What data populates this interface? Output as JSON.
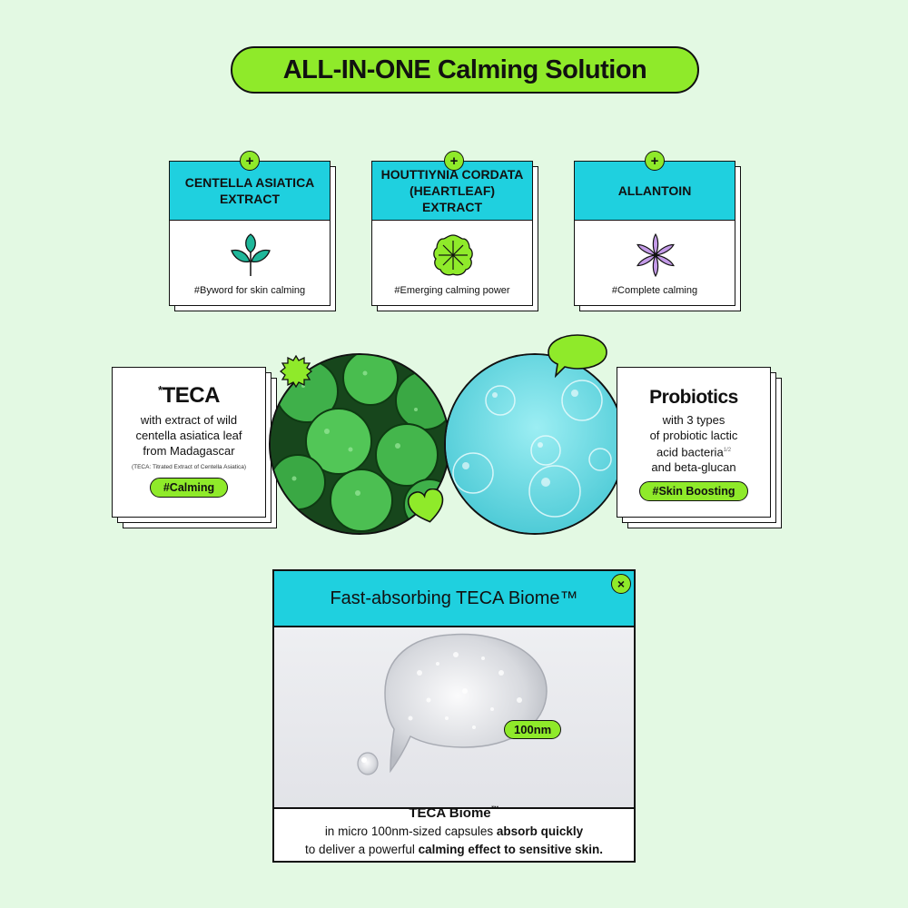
{
  "title": "ALL-IN-ONE Calming Solution",
  "colors": {
    "background": "#e3f9e3",
    "accent_green": "#8fea2a",
    "accent_cyan": "#1fd0df"
  },
  "ingredients": [
    {
      "name": "CENTELLA ASIATICA EXTRACT",
      "tag": "#Byword for skin calming",
      "icon": "leaf-icon"
    },
    {
      "name": "HOUTTIYNIA CORDATA (HEARTLEAF) EXTRACT",
      "tag": "#Emerging calming power",
      "icon": "heartleaf-icon"
    },
    {
      "name": "ALLANTOIN",
      "tag": "#Complete calming",
      "icon": "flower-icon"
    }
  ],
  "teca": {
    "asterisk": "*",
    "title": "TECA",
    "line1": "with extract of wild",
    "line2": "centella asiatica leaf",
    "line3": "from Madagascar",
    "note": "(TECA: Titrated Extract of Centella Asiatica)",
    "tag": "#Calming"
  },
  "probiotics": {
    "title": "Probiotics",
    "line1": "with 3 types",
    "line2": "of probiotic lactic",
    "line3": "acid bacteria",
    "superscript": "1/2",
    "line4": "and beta-glucan",
    "tag": "#Skin Boosting"
  },
  "biome": {
    "header": "Fast-absorbing TECA Biome™",
    "size_label": "100nm",
    "name": "TECA Biome",
    "tm": "™",
    "line2_pre": "in micro 100nm-sized capsules ",
    "line2_bold": "absorb quickly",
    "line3_pre": "to deliver a powerful ",
    "line3_bold": "calming effect to sensitive skin."
  }
}
